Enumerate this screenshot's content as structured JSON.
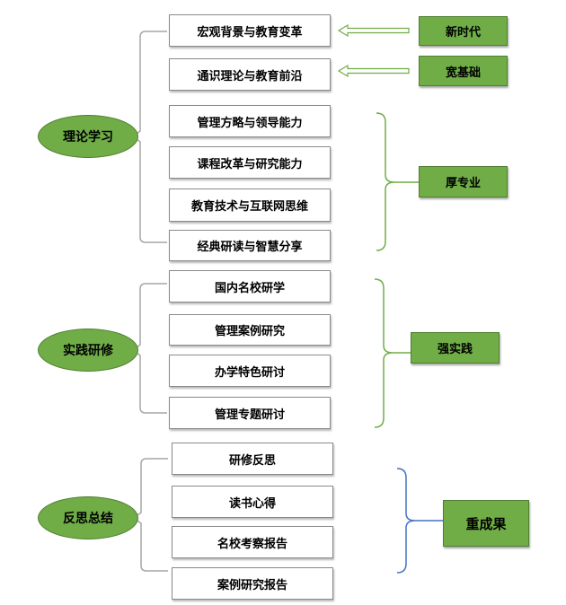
{
  "sections": [
    {
      "name": "理论学习",
      "items": [
        "宏观背景与教育变革",
        "通识理论与教育前沿",
        "管理方略与领导能力",
        "课程改革与研究能力",
        "教育技术与互联网思维",
        "经典研读与智慧分享"
      ]
    },
    {
      "name": "实践研修",
      "items": [
        "国内名校研学",
        "管理案例研究",
        "办学特色研讨",
        "管理专题研讨"
      ]
    },
    {
      "name": "反思总结",
      "items": [
        "研修反思",
        "读书心得",
        "名校考察报告",
        "案例研究报告"
      ]
    }
  ],
  "tags": [
    "新时代",
    "宽基础",
    "厚专业",
    "强实践",
    "重成果"
  ],
  "colors": {
    "green": "#70ad47",
    "green_border": "#507e32",
    "gray_bracket": "#a6a6a6",
    "green_bracket": "#70ad47",
    "blue_bracket": "#4472c4",
    "arrow": "#70ad47"
  }
}
